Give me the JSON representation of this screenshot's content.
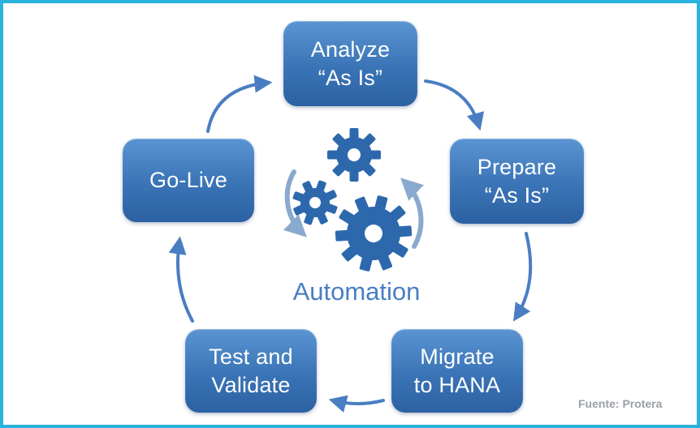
{
  "diagram": {
    "type": "cycle",
    "center_label": "Automation",
    "center_icon": "gears-icon",
    "nodes": [
      {
        "id": "analyze",
        "line1": "Analyze",
        "line2": "“As Is”"
      },
      {
        "id": "prepare",
        "line1": "Prepare",
        "line2": "“As Is”"
      },
      {
        "id": "migrate",
        "line1": "Migrate",
        "line2": "to HANA"
      },
      {
        "id": "test",
        "line1": "Test and",
        "line2": "Validate"
      },
      {
        "id": "golive",
        "line1": "Go-Live",
        "line2": ""
      }
    ],
    "flow_order": [
      "Analyze “As Is”",
      "Prepare “As Is”",
      "Migrate to HANA",
      "Test and Validate",
      "Go-Live"
    ],
    "source": "Fuente: Protera",
    "colors": {
      "border": "#2ab3dc",
      "node_gradient_top": "#5a94d2",
      "node_gradient_bottom": "#2c61a2",
      "node_text": "#ffffff",
      "arrow": "#4a7ec2",
      "gear": "#2d68ad",
      "swoosh": "#8aa9cf",
      "center_label_text": "#4a7ec2",
      "source_text": "#9aa0a6"
    }
  }
}
